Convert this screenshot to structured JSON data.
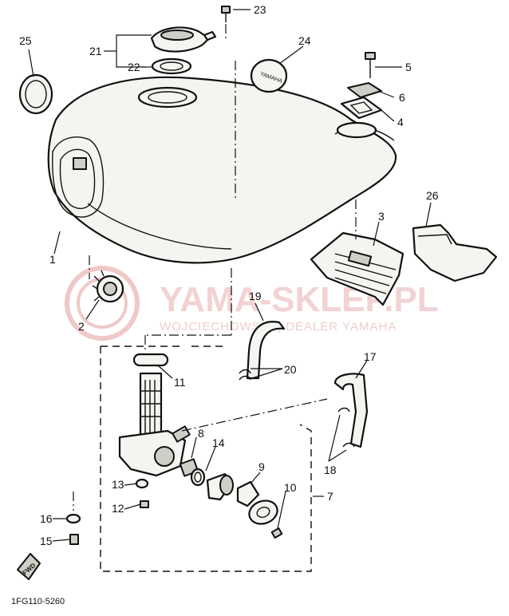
{
  "diagram": {
    "reference_code": "1FG110-5260",
    "watermark": {
      "title": "YAMA-SKLEP.PL",
      "subtitle": "WOJCIECHOWSKI | DEALER YAMAHA",
      "color": "#f0c8c8"
    },
    "emblem_text": "YAMAHA",
    "direction_mark": "FWD",
    "callouts": [
      {
        "id": "1",
        "label": "1"
      },
      {
        "id": "2",
        "label": "2"
      },
      {
        "id": "3",
        "label": "3"
      },
      {
        "id": "4",
        "label": "4"
      },
      {
        "id": "5",
        "label": "5"
      },
      {
        "id": "6",
        "label": "6"
      },
      {
        "id": "7",
        "label": "7"
      },
      {
        "id": "8",
        "label": "8"
      },
      {
        "id": "9",
        "label": "9"
      },
      {
        "id": "10",
        "label": "10"
      },
      {
        "id": "11",
        "label": "11"
      },
      {
        "id": "12",
        "label": "12"
      },
      {
        "id": "13",
        "label": "13"
      },
      {
        "id": "14",
        "label": "14"
      },
      {
        "id": "15",
        "label": "15"
      },
      {
        "id": "16",
        "label": "16"
      },
      {
        "id": "17",
        "label": "17"
      },
      {
        "id": "18",
        "label": "18"
      },
      {
        "id": "19",
        "label": "19"
      },
      {
        "id": "20",
        "label": "20"
      },
      {
        "id": "21",
        "label": "21"
      },
      {
        "id": "22",
        "label": "22"
      },
      {
        "id": "23",
        "label": "23"
      },
      {
        "id": "24",
        "label": "24"
      },
      {
        "id": "25",
        "label": "25"
      },
      {
        "id": "26",
        "label": "26"
      }
    ]
  }
}
